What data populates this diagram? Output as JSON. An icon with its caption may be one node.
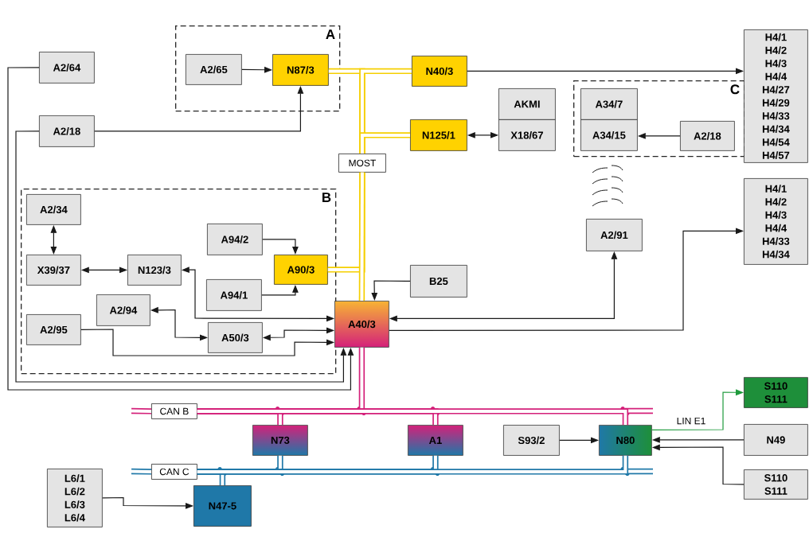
{
  "diagram": {
    "nodes": [
      {
        "text": [
          "A"
        ]
      },
      {
        "text": [
          "A2/65"
        ],
        "in": 0
      },
      {
        "text": [
          "N87/3"
        ],
        "in": 0
      },
      {
        "text": [
          "A2/64"
        ]
      },
      {
        "text": [
          "A2/18"
        ]
      },
      {
        "text": [
          "N40/3"
        ]
      },
      {
        "text": [
          "N125/1"
        ]
      },
      {
        "text": [
          "AKMI"
        ]
      },
      {
        "text": [
          "X18/67"
        ]
      },
      {
        "text": [
          "C"
        ]
      },
      {
        "text": [
          "A34/7"
        ],
        "in": 9
      },
      {
        "text": [
          "A34/15"
        ],
        "in": 9
      },
      {
        "text": [
          "A2/18"
        ],
        "in": 9
      },
      {
        "text": [
          "H4/1 H4/2 H4/3 H4/4 H4/27 H4/29 H4/33 H4/34 H4/54 H4/57"
        ]
      },
      {
        "text": [
          "MOST"
        ]
      },
      {
        "text": [
          "B"
        ]
      },
      {
        "text": [
          "A2/34"
        ],
        "in": 15
      },
      {
        "text": [
          "X39/37"
        ],
        "in": 15
      },
      {
        "text": [
          "N123/3"
        ],
        "in": 15
      },
      {
        "text": [
          "A94/2"
        ],
        "in": 15
      },
      {
        "text": [
          "A90/3"
        ],
        "in": 15
      },
      {
        "text": [
          "A94/1"
        ],
        "in": 15
      },
      {
        "text": [
          "A2/94"
        ],
        "in": 15
      },
      {
        "text": [
          "A2/95"
        ],
        "in": 15
      },
      {
        "text": [
          "A50/3"
        ],
        "in": 15
      },
      {
        "text": [
          "A40/3"
        ]
      },
      {
        "text": [
          "B25"
        ]
      },
      {
        "text": [
          "A2/91"
        ]
      },
      {
        "text": [
          "H4/1 H4/2 H4/3 H4/4 H4/33 H4/34"
        ]
      },
      {
        "text": [
          "CAN B"
        ]
      },
      {
        "text": [
          "N73"
        ]
      },
      {
        "text": [
          "A1"
        ]
      },
      {
        "text": [
          "S93/2"
        ]
      },
      {
        "text": [
          "N80"
        ]
      },
      {
        "text": [
          "S110 S111"
        ]
      },
      {
        "text": [
          "N49"
        ]
      },
      {
        "text": [
          "CAN C"
        ]
      },
      {
        "text": [
          "S110 S111"
        ]
      },
      {
        "text": [
          "L6/1 L6/2 L6/3 L6/4"
        ]
      },
      {
        "text": [
          "N47-5"
        ]
      }
    ],
    "edges": [
      {
        "from": 1,
        "to": 2,
        "arrow": "to"
      },
      {
        "from": 4,
        "to": 2,
        "arrow": "to"
      },
      {
        "from": 3,
        "to": 25,
        "arrow": "to"
      },
      {
        "from": 4,
        "to": 25,
        "arrow": "to"
      },
      {
        "from": 5,
        "to": 13,
        "arrow": "to"
      },
      {
        "from": 6,
        "to": 8,
        "arrow": "both"
      },
      {
        "from": 12,
        "to": 11,
        "arrow": "to"
      },
      {
        "from": 16,
        "to": 17,
        "arrow": "both"
      },
      {
        "from": 17,
        "to": 18,
        "arrow": "both"
      },
      {
        "from": 19,
        "to": 20,
        "arrow": "to"
      },
      {
        "from": 21,
        "to": 20,
        "arrow": "to"
      },
      {
        "from": 18,
        "to": 25,
        "arrow": "both"
      },
      {
        "from": 22,
        "to": 24,
        "arrow": "both"
      },
      {
        "from": 24,
        "to": 25,
        "arrow": "both"
      },
      {
        "from": 23,
        "to": 25,
        "arrow": "to"
      },
      {
        "from": 26,
        "to": 25,
        "arrow": "to"
      },
      {
        "from": 25,
        "to": 27,
        "arrow": "both"
      },
      {
        "from": 25,
        "to": 28,
        "arrow": "to"
      },
      {
        "from": 32,
        "to": 33,
        "arrow": "to"
      },
      {
        "from": 35,
        "to": 33,
        "arrow": "to"
      },
      {
        "from": 37,
        "to": 33,
        "arrow": "to"
      },
      {
        "from": 33,
        "to": 34,
        "arrow": "to",
        "label": "LIN E1",
        "color": "#1e9a3c"
      },
      {
        "from": 38,
        "to": 39,
        "arrow": "to"
      },
      {
        "from": 14,
        "to": 2,
        "arrow": "none",
        "style": "thick",
        "color": "#f5cf00"
      },
      {
        "from": 14,
        "to": 5,
        "arrow": "none",
        "style": "thick",
        "color": "#f5cf00"
      },
      {
        "from": 14,
        "to": 6,
        "arrow": "none",
        "style": "thick",
        "color": "#f5cf00"
      },
      {
        "from": 14,
        "to": 20,
        "arrow": "none",
        "style": "thick",
        "color": "#f5cf00"
      },
      {
        "from": 14,
        "to": 25,
        "arrow": "none",
        "style": "thick",
        "color": "#f5cf00"
      },
      {
        "from": 29,
        "to": 25,
        "arrow": "none",
        "style": "thick",
        "color": "#d4217a"
      },
      {
        "from": 29,
        "to": 30,
        "arrow": "none",
        "style": "thick",
        "color": "#d4217a"
      },
      {
        "from": 29,
        "to": 31,
        "arrow": "none",
        "style": "thick",
        "color": "#d4217a"
      },
      {
        "from": 29,
        "to": 33,
        "arrow": "none",
        "style": "thick",
        "color": "#d4217a"
      },
      {
        "from": 36,
        "to": 39,
        "arrow": "none",
        "style": "thick",
        "color": "#1f78a8"
      },
      {
        "from": 36,
        "to": 30,
        "arrow": "none",
        "style": "thick",
        "color": "#1f78a8"
      },
      {
        "from": 36,
        "to": 31,
        "arrow": "none",
        "style": "thick",
        "color": "#1f78a8"
      },
      {
        "from": 36,
        "to": 33,
        "arrow": "none",
        "style": "thick",
        "color": "#1f78a8"
      }
    ]
  }
}
